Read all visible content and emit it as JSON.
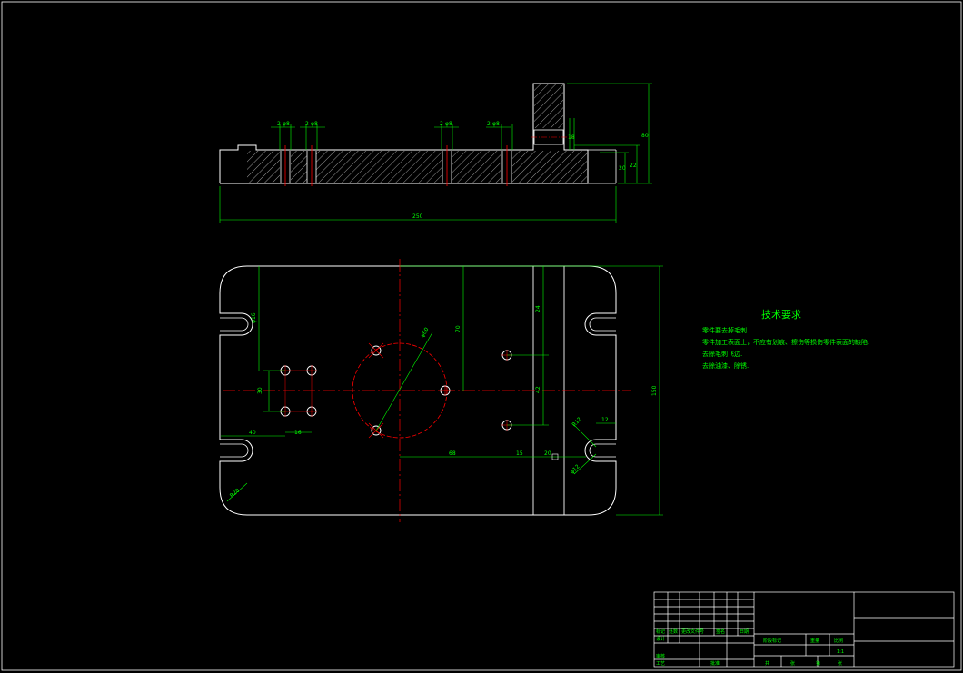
{
  "drawing": {
    "colors": {
      "background": "#000000",
      "outline": "#ffffff",
      "dimension": "#00ff00",
      "center_line": "#ff0000",
      "hatch": "#ffffff"
    },
    "section_view": {
      "dimensions": {
        "overall_length": "250",
        "right_height_outer": "80",
        "right_height_mid": "22",
        "right_height_inner": "20",
        "slot_height": "18",
        "hole_callout_1": "2-φ8",
        "hole_callout_2": "2-φ8",
        "hole_callout_3": "2-φ8",
        "hole_callout_4": "2-φ8"
      }
    },
    "plan_view": {
      "dimensions": {
        "overall_height": "150",
        "left_top_vertical": "φ16",
        "pitch_vertical": "30",
        "bottom_left_offset": "40",
        "hole_spacing": "16",
        "center_vertical": "70",
        "big_circle_dia": "φ60",
        "right_vertical_upper": "24",
        "right_vertical_lower": "42",
        "bottom_horizontal": "68",
        "small_step_1": "15",
        "small_step_2": "20",
        "slot_width": "12",
        "slot_radius": "R12",
        "slot_angle": "φ12",
        "corner_radius": "R20"
      }
    },
    "tech_requirements": {
      "title": "技术要求",
      "items": [
        "零件要去掉毛刺.",
        "零件加工表面上，不应有划痕、擦伤等损伤零件表面的缺陷.",
        "去除毛刺飞边.",
        "去除油漆、除锈."
      ]
    },
    "title_block": {
      "labels": [
        "标记",
        "处数",
        "更改文件号",
        "签名",
        "日期",
        "设计",
        "审核",
        "阶段标记",
        "重量",
        "比例",
        "共",
        "张",
        "第",
        "张",
        "工艺",
        "批准"
      ],
      "scale": "1:1"
    }
  }
}
